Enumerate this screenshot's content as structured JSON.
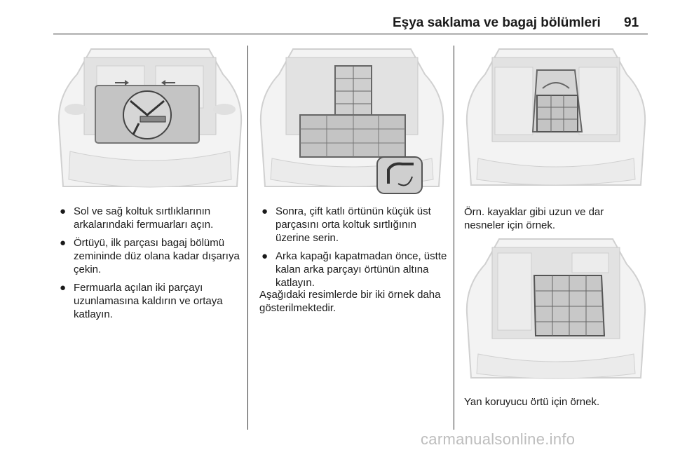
{
  "header": {
    "title": "Eşya saklama ve bagaj bölümleri",
    "page_number": "91"
  },
  "col1": {
    "bullets": [
      "Sol ve sağ koltuk sırtlıklarının arkalarındaki fermuarları açın.",
      "Örtüyü, ilk parçası bagaj bölümü zemininde düz olana kadar dışarıya çekin.",
      "Fermuarla açılan iki parçayı uzunlamasına kaldırın ve ortaya katlayın."
    ]
  },
  "col2": {
    "bullets": [
      "Sonra, çift katlı örtünün küçük üst parçasını orta koltuk sırtlığının üzerine serin.",
      "Arka kapağı kapatmadan önce, üstte kalan arka parçayı örtünün altına katlayın."
    ],
    "paragraph": "Aşağıdaki resimlerde bir iki örnek daha gösterilmektedir."
  },
  "col3": {
    "caption1": "Örn. kayaklar gibi uzun ve dar nesneler için örnek.",
    "caption2": "Yan koruyucu örtü için örnek."
  },
  "watermark": "carmanualsonline.info"
}
